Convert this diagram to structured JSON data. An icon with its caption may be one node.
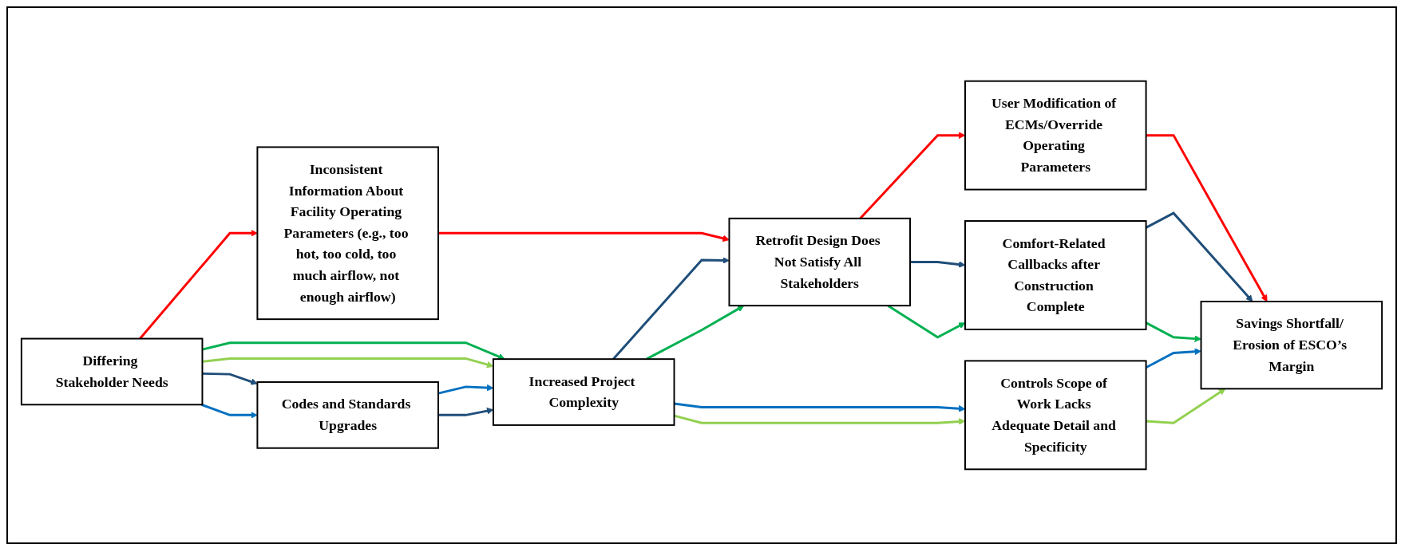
{
  "diagram": {
    "nodes": [
      {
        "text": [
          "Differing Stakeholder Needs"
        ]
      },
      {
        "text": [
          "Inconsistent Information About Facility Operating Parameters (e.g., too hot, too cold, too much airflow, not enough airflow)"
        ]
      },
      {
        "text": [
          "Codes and Standards Upgrades"
        ]
      },
      {
        "text": [
          "Increased Project Complexity"
        ]
      },
      {
        "text": [
          "Retrofit Design Does Not Satisfy All Stakeholders"
        ]
      },
      {
        "text": [
          "Controls Scope of Work Lacks Adequate Detail and Specificity"
        ]
      },
      {
        "text": [
          "User Modification of ECMs/Override Operating Parameters"
        ]
      },
      {
        "text": [
          "Comfort-Related Callbacks after Construction Complete"
        ]
      },
      {
        "text": [
          "Savings Shortfall/ Erosion of ESCO’s Margin"
        ]
      }
    ],
    "edges": [
      {
        "from": 0,
        "to": 1,
        "arrow": "to",
        "color": "#ff0000"
      },
      {
        "from": 0,
        "to": 2,
        "arrow": "to",
        "color": "#1f4e79"
      },
      {
        "from": 0,
        "to": 2,
        "arrow": "to",
        "color": "#0070c0"
      },
      {
        "from": 0,
        "to": 3,
        "arrow": "to",
        "color": "#00b050"
      },
      {
        "from": 0,
        "to": 3,
        "arrow": "to",
        "color": "#92d050"
      },
      {
        "from": 1,
        "to": 4,
        "arrow": "to",
        "color": "#ff0000"
      },
      {
        "from": 2,
        "to": 3,
        "arrow": "to",
        "color": "#0070c0"
      },
      {
        "from": 2,
        "to": 3,
        "arrow": "to",
        "color": "#1f4e79"
      },
      {
        "from": 3,
        "to": 4,
        "arrow": "to",
        "color": "#1f4e79"
      },
      {
        "from": 3,
        "to": 4,
        "arrow": "to",
        "color": "#00b050"
      },
      {
        "from": 3,
        "to": 5,
        "arrow": "to",
        "color": "#0070c0"
      },
      {
        "from": 3,
        "to": 5,
        "arrow": "to",
        "color": "#92d050"
      },
      {
        "from": 4,
        "to": 6,
        "arrow": "to",
        "color": "#ff0000"
      },
      {
        "from": 4,
        "to": 7,
        "arrow": "to",
        "color": "#1f4e79"
      },
      {
        "from": 4,
        "to": 7,
        "arrow": "to",
        "color": "#00b050"
      },
      {
        "from": 6,
        "to": 8,
        "arrow": "to",
        "color": "#ff0000"
      },
      {
        "from": 7,
        "to": 8,
        "arrow": "to",
        "color": "#1f4e79"
      },
      {
        "from": 7,
        "to": 8,
        "arrow": "to",
        "color": "#00b050"
      },
      {
        "from": 5,
        "to": 8,
        "arrow": "to",
        "color": "#0070c0"
      },
      {
        "from": 5,
        "to": 8,
        "arrow": "to",
        "color": "#92d050"
      }
    ]
  }
}
